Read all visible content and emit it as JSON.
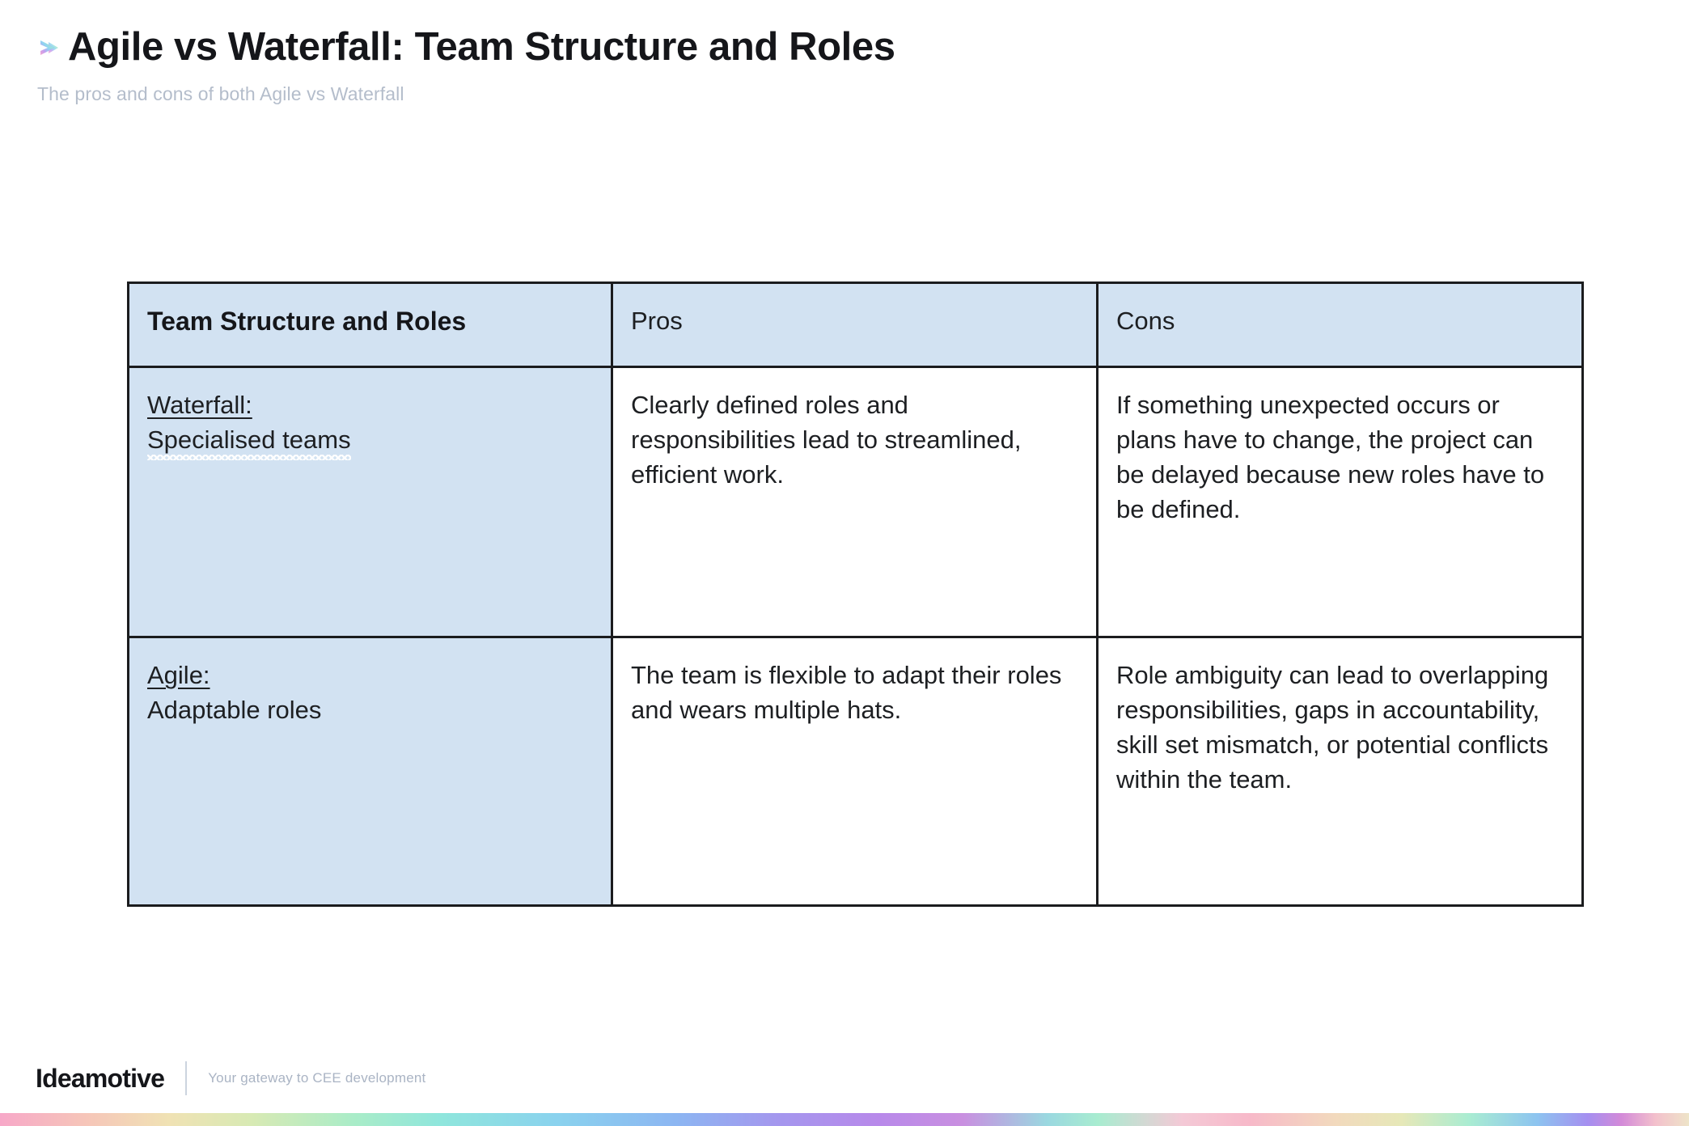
{
  "header": {
    "title": "Agile vs Waterfall: Team Structure and Roles",
    "subtitle": "The pros and cons of both Agile vs Waterfall",
    "brand_icon": "chevron-right-gradient-icon"
  },
  "table": {
    "columns": [
      "Team Structure and Roles",
      "Pros",
      "Cons"
    ],
    "rows": [
      {
        "term": "Waterfall:",
        "term_detail": "Specialised teams",
        "pros": "Clearly defined roles and responsibilities lead to streamlined, efficient work.",
        "cons": "If something unexpected occurs or plans have to change, the project can be delayed because new roles have to be defined."
      },
      {
        "term": "Agile:",
        "term_detail": "Adaptable roles",
        "pros": "The team is flexible to adapt their roles and wears multiple hats.",
        "cons": "Role ambiguity can lead to overlapping responsibilities, gaps in accountability, skill set mismatch, or potential conflicts within the team."
      }
    ]
  },
  "footer": {
    "logo": "Ideamotive",
    "tagline": "Your gateway to CEE development"
  },
  "colors": {
    "header_cell_bg": "#d2e2f2",
    "label_cell_bg": "#d2e2f2",
    "border": "#1b1c1e",
    "title_text": "#15161a",
    "subtitle_text": "#b4bdcb",
    "body_text": "#1d1f22",
    "footer_tagline": "#aab4c4"
  }
}
